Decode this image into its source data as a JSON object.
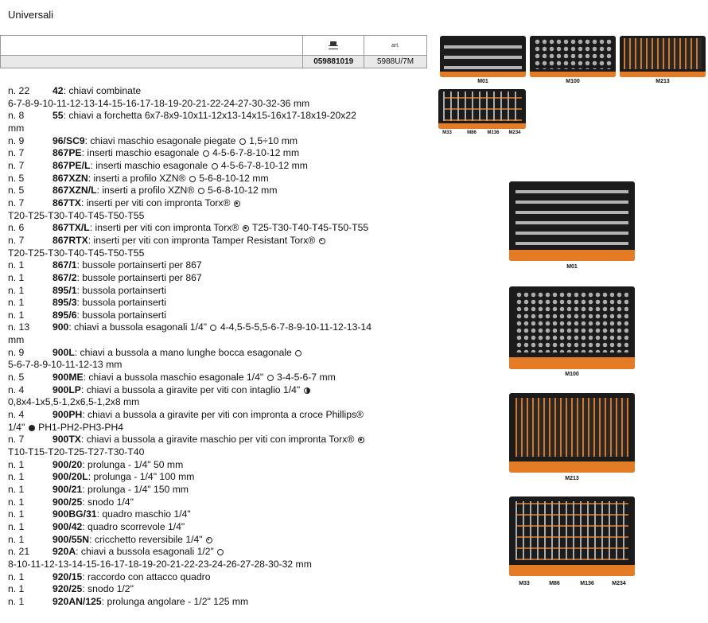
{
  "page_title": "Universali",
  "table": {
    "header_icon": "tool-case-icon",
    "art_label": "art.",
    "code": "059881019",
    "art": "5988U/7M"
  },
  "items": [
    {
      "q": "n. 22",
      "code": "42",
      "text": ": chiavi combinate",
      "cont": "6-7-8-9-10-11-12-13-14-15-16-17-18-19-20-21-22-24-27-30-32-36 mm"
    },
    {
      "q": "n. 8",
      "code": "55",
      "text": ": chiavi a forchetta 6x7-8x9-10x11-12x13-14x15-16x17-18x19-20x22",
      "cont": "mm"
    },
    {
      "q": "n. 9",
      "code": "96/SC9",
      "text": ": chiavi maschio esagonale piegate",
      "sym": "hex",
      "post": "1,5÷10 mm"
    },
    {
      "q": "n. 7",
      "code": "867PE",
      "text": ": inserti maschio esagonale",
      "sym": "hex",
      "post": "4-5-6-7-8-10-12 mm"
    },
    {
      "q": "n. 7",
      "code": "867PE/L",
      "text": ": inserti maschio esagonale",
      "sym": "hex",
      "post": "4-5-6-7-8-10-12 mm"
    },
    {
      "q": "n. 5",
      "code": "867XZN",
      "text": ": inserti a profilo XZN®",
      "sym": "hex",
      "post": "5-6-8-10-12 mm"
    },
    {
      "q": "n. 5",
      "code": "867XZN/L",
      "text": ": inserti a profilo XZN®",
      "sym": "hex",
      "post": "5-6-8-10-12 mm"
    },
    {
      "q": "n. 7",
      "code": "867TX",
      "text": ": inserti per viti con impronta Torx®",
      "sym": "torx",
      "post": "",
      "cont": "T20-T25-T30-T40-T45-T50-T55"
    },
    {
      "q": "n. 6",
      "code": "867TX/L",
      "text": ": inserti per viti con impronta Torx®",
      "sym": "torx",
      "post": "T25-T30-T40-T45-T50-T55"
    },
    {
      "q": "n. 7",
      "code": "867RTX",
      "text": ": inserti per viti con impronta Tamper Resistant Torx®",
      "sym": "tamper",
      "post": "",
      "cont": "T20-T25-T30-T40-T45-T50-T55"
    },
    {
      "q": "n. 1",
      "code": "867/1",
      "text": ": bussole portainserti per 867"
    },
    {
      "q": "n. 1",
      "code": "867/2",
      "text": ": bussole portainserti per 867"
    },
    {
      "q": "n. 1",
      "code": "895/1",
      "text": ": bussola portainserti"
    },
    {
      "q": "n. 1",
      "code": "895/3",
      "text": ": bussola portainserti"
    },
    {
      "q": "n. 1",
      "code": "895/6",
      "text": ": bussola portainserti"
    },
    {
      "q": "n. 13",
      "code": "900",
      "text": ": chiavi a bussola esagonali 1/4\"",
      "sym": "hex",
      "post": "4-4,5-5-5,5-6-7-8-9-10-11-12-13-14",
      "cont": "mm"
    },
    {
      "q": "n. 9",
      "code": "900L",
      "text": ": chiavi a bussola a mano lunghe bocca esagonale",
      "sym": "hex",
      "post": "",
      "cont": "5-6-7-8-9-10-11-12-13 mm"
    },
    {
      "q": "n. 5",
      "code": "900ME",
      "text": ": chiavi a bussola maschio esagonale 1/4\"",
      "sym": "hex",
      "post": "3-4-5-6-7 mm"
    },
    {
      "q": "n. 4",
      "code": "900LP",
      "text": ": chiavi a bussola a giravite per viti con intaglio 1/4\"",
      "sym": "slot",
      "post": "",
      "cont": "0,8x4-1x5,5-1,2x6,5-1,2x8 mm"
    },
    {
      "q": "n. 4",
      "code": "900PH",
      "text": ": chiavi a bussola a giravite per viti con impronta a croce Phillips®",
      "cont": "1/4\"",
      "cont_sym": "phillips",
      "cont_post": "PH1-PH2-PH3-PH4"
    },
    {
      "q": "n. 7",
      "code": "900TX",
      "text": ": chiavi a bussola a giravite maschio per viti con impronta Torx®",
      "sym": "torx",
      "post": "",
      "cont": "T10-T15-T20-T25-T27-T30-T40"
    },
    {
      "q": "n. 1",
      "code": "900/20",
      "text": ": prolunga - 1/4\" 50 mm"
    },
    {
      "q": "n. 1",
      "code": "900/20L",
      "text": ": prolunga - 1/4\" 100 mm"
    },
    {
      "q": "n. 1",
      "code": "900/21",
      "text": ": prolunga - 1/4\" 150 mm"
    },
    {
      "q": "n. 1",
      "code": "900/25",
      "text": ": snodo 1/4\""
    },
    {
      "q": "n. 1",
      "code": "900BG/31",
      "text": ": quadro maschio 1/4\""
    },
    {
      "q": "n. 1",
      "code": "900/42",
      "text": ": quadro scorrevole 1/4\""
    },
    {
      "q": "n. 1",
      "code": "900/55N",
      "text": ": cricchetto reversibile 1/4\"",
      "sym": "tamper"
    },
    {
      "q": "n. 21",
      "code": "920A",
      "text": ": chiavi a bussola esagonali 1/2\"",
      "sym": "hex",
      "post": "",
      "cont": "8-10-11-12-13-14-15-16-17-18-19-20-21-22-23-24-26-27-28-30-32 mm"
    },
    {
      "q": "n. 1",
      "code": "920/15",
      "text": ": raccordo con attacco quadro"
    },
    {
      "q": "n. 1",
      "code": "920/25",
      "text": ": snodo 1/2\""
    },
    {
      "q": "n. 1",
      "code": "920AN/125",
      "text": ": prolunga angolare - 1/2\" 125 mm"
    }
  ],
  "thumbnails": {
    "top": [
      {
        "label": "M01",
        "kind": "wrench"
      },
      {
        "label": "M100",
        "kind": "socket"
      },
      {
        "label": "M213",
        "kind": "screw"
      }
    ],
    "second": {
      "labels": [
        "M33",
        "M86",
        "M136",
        "M234"
      ]
    }
  },
  "trays": [
    {
      "label": "M01",
      "kind": "wrench"
    },
    {
      "label": "M100",
      "kind": "socket"
    },
    {
      "label": "M213",
      "kind": "screw"
    },
    {
      "labels": [
        "M33",
        "M86",
        "M136",
        "M234"
      ],
      "kind": "mixed"
    }
  ],
  "colors": {
    "tray_bg": "#1b1b1b",
    "tray_orange": "#e37c25",
    "table_border": "#9a9a9a",
    "table_row_bg": "#e9e9e9"
  }
}
